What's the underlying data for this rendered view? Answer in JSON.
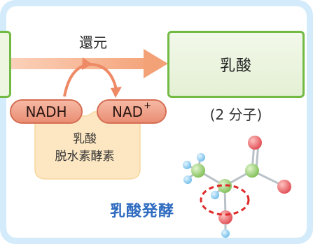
{
  "arrow_label": "還元",
  "product": {
    "name": "乳酸",
    "count": "(2 分子)"
  },
  "cofactors": {
    "reduced": "NADH",
    "oxidized": "NAD",
    "oxidized_charge": "+"
  },
  "enzyme": {
    "line1": "乳酸",
    "line2": "脱水素酵素"
  },
  "process_label": "乳酸発酵",
  "colors": {
    "box_border": "#72ba44",
    "arrow": "#f2a27a",
    "cofactor_pill": "#ea8e74",
    "enzyme": "#fde4b8",
    "atom_green": "#99cf74",
    "atom_red": "#e8585d",
    "atom_blue": "#8ccdf0",
    "highlight": "#e02a2a",
    "process_text": "#2f6cc0"
  }
}
